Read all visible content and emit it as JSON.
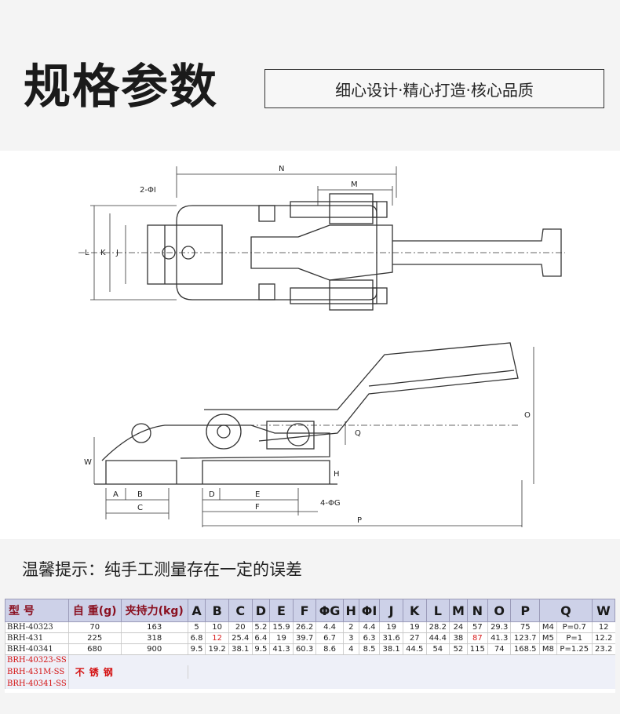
{
  "header": {
    "title": "规格参数",
    "slogan": "细心设计·精心打造·核心品质"
  },
  "drawing": {
    "labels": {
      "N": "N",
      "M": "M",
      "L": "L",
      "K": "K",
      "J": "J",
      "hole": "2-ΦI",
      "O": "O",
      "Q": "Q",
      "W": "W",
      "H": "H",
      "A": "A",
      "B": "B",
      "C": "C",
      "D": "D",
      "E": "E",
      "F": "F",
      "P": "P",
      "G": "4-ΦG"
    }
  },
  "tip": "温馨提示：纯手工测量存在一定的误差",
  "table": {
    "headers": [
      "型 号",
      "自 重(g)",
      "夹持力(kg)",
      "A",
      "B",
      "C",
      "D",
      "E",
      "F",
      "ΦG",
      "H",
      "ΦI",
      "J",
      "K",
      "L",
      "M",
      "N",
      "O",
      "P",
      "Q",
      "W"
    ],
    "rows": [
      [
        "BRH-40323",
        "70",
        "163",
        "5",
        "10",
        "20",
        "5.2",
        "15.9",
        "26.2",
        "4.4",
        "2",
        "4.4",
        "19",
        "19",
        "28.2",
        "24",
        "57",
        "29.3",
        "75",
        "M4",
        "P=0.7",
        "12"
      ],
      [
        "BRH-431",
        "225",
        "318",
        "6.8",
        "12",
        "25.4",
        "6.4",
        "19",
        "39.7",
        "6.7",
        "3",
        "6.3",
        "31.6",
        "27",
        "44.4",
        "38",
        "87",
        "41.3",
        "123.7",
        "M5",
        "P=1",
        "12.2"
      ],
      [
        "BRH-40341",
        "680",
        "900",
        "9.5",
        "19.2",
        "38.1",
        "9.5",
        "41.3",
        "60.3",
        "8.6",
        "4",
        "8.5",
        "38.1",
        "44.5",
        "54",
        "52",
        "115",
        "74",
        "168.5",
        "M8",
        "P=1.25",
        "23.2"
      ]
    ],
    "ss_models": [
      "BRH-40323-SS",
      "BRH-431M-SS",
      "BRH-40341-SS"
    ],
    "ss_note": "不锈钢"
  }
}
